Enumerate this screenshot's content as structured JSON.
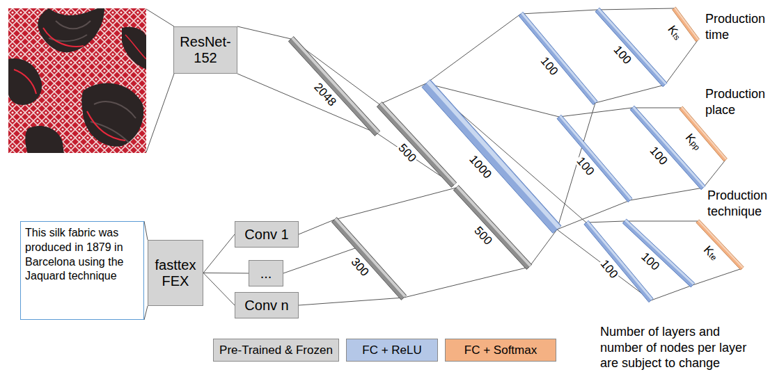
{
  "diagram": {
    "nodes": [
      {
        "text": [
          "ResNet- 152"
        ]
      },
      {
        "text": [
          "2048"
        ]
      },
      {
        "text": [
          "500"
        ]
      },
      {
        "text": [
          "This silk fabric was produced in 1879 in Barcelona using the Jaquard technique"
        ]
      },
      {
        "text": [
          "fasttex FEX"
        ]
      },
      {
        "text": [
          "Conv 1"
        ]
      },
      {
        "text": [
          "..."
        ]
      },
      {
        "text": [
          "Conv n"
        ]
      },
      {
        "text": [
          "300"
        ]
      },
      {
        "text": [
          "500"
        ]
      },
      {
        "text": [
          "1000"
        ]
      },
      {
        "text": [
          "100"
        ]
      },
      {
        "text": [
          "100"
        ]
      },
      {
        "text": [
          "Kts"
        ]
      },
      {
        "text": [
          "100"
        ]
      },
      {
        "text": [
          "100"
        ]
      },
      {
        "text": [
          "Kpp"
        ]
      },
      {
        "text": [
          "100"
        ]
      },
      {
        "text": [
          "100"
        ]
      },
      {
        "text": [
          "Kte"
        ]
      }
    ],
    "edges": [
      {
        "from": 0,
        "to": 1,
        "arrow": "none"
      },
      {
        "from": 1,
        "to": 2,
        "arrow": "none"
      },
      {
        "from": 3,
        "to": 4,
        "arrow": "none"
      },
      {
        "from": 4,
        "to": 5,
        "arrow": "none"
      },
      {
        "from": 4,
        "to": 6,
        "arrow": "none"
      },
      {
        "from": 4,
        "to": 7,
        "arrow": "none"
      },
      {
        "from": 5,
        "to": 8,
        "arrow": "none"
      },
      {
        "from": 6,
        "to": 8,
        "arrow": "none"
      },
      {
        "from": 7,
        "to": 8,
        "arrow": "none"
      },
      {
        "from": 8,
        "to": 9,
        "arrow": "none"
      },
      {
        "from": 2,
        "to": 10,
        "arrow": "none"
      },
      {
        "from": 9,
        "to": 10,
        "arrow": "none"
      },
      {
        "from": 10,
        "to": 11,
        "arrow": "none"
      },
      {
        "from": 11,
        "to": 12,
        "arrow": "none"
      },
      {
        "from": 12,
        "to": 13,
        "arrow": "none"
      },
      {
        "from": 10,
        "to": 14,
        "arrow": "none"
      },
      {
        "from": 14,
        "to": 15,
        "arrow": "none"
      },
      {
        "from": 15,
        "to": 16,
        "arrow": "none"
      },
      {
        "from": 10,
        "to": 17,
        "arrow": "none"
      },
      {
        "from": 17,
        "to": 18,
        "arrow": "none"
      },
      {
        "from": 18,
        "to": 19,
        "arrow": "none"
      }
    ],
    "labels": [
      "Production time",
      "Production place",
      "Production technique",
      "Number of layers and number of nodes per layer are subject to change"
    ],
    "legend": [
      {
        "text": "Pre-Trained & Frozen",
        "color": "#d4d4d4"
      },
      {
        "text": "FC + ReLU",
        "color": "#b4c7e7"
      },
      {
        "text": "FC + Softmax",
        "color": "#f4b183"
      }
    ]
  }
}
